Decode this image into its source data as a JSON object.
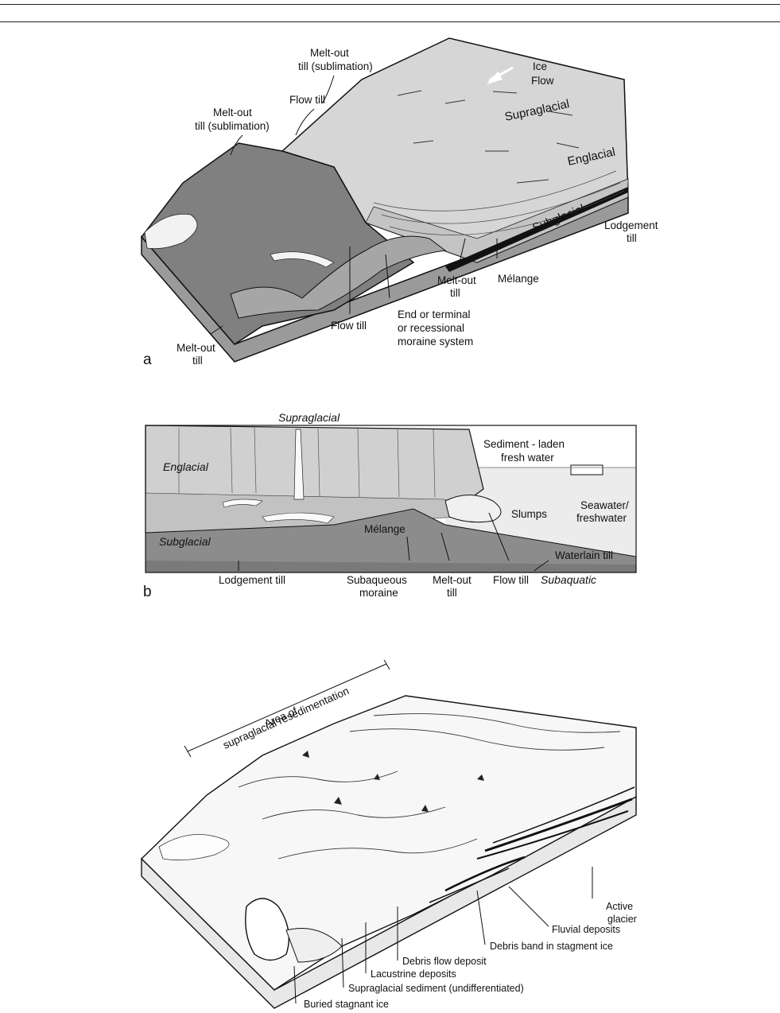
{
  "panel_a": {
    "letter": "a",
    "melt_out_sublimation_top_1": "Melt-out",
    "melt_out_sublimation_top_2": "till (sublimation)",
    "melt_out_sublimation_left_1": "Melt-out",
    "melt_out_sublimation_left_2": "till (sublimation)",
    "flow_till_top": "Flow till",
    "ice": "Ice",
    "flow": "Flow",
    "supraglacial": "Supraglacial",
    "englacial": "Englacial",
    "subglacial": "Subglacial",
    "lodgement_1": "Lodgement",
    "lodgement_2": "till",
    "melange": "Mélange",
    "melt_out_till_1": "Melt-out",
    "melt_out_till_2": "till",
    "end_moraine_1": "End or terminal",
    "end_moraine_2": "or recessional",
    "end_moraine_3": "moraine system",
    "flow_till_bottom": "Flow till",
    "melt_out_left_1": "Melt-out",
    "melt_out_left_2": "till"
  },
  "panel_b": {
    "letter": "b",
    "supraglacial": "Supraglacial",
    "englacial": "Englacial",
    "subglacial": "Subglacial",
    "sediment_1": "Sediment - laden",
    "sediment_2": "fresh water",
    "seawater_1": "Seawater/",
    "seawater_2": "freshwater",
    "slumps": "Slumps",
    "melange": "Mélange",
    "waterlain": "Waterlain till",
    "lodgement": "Lodgement till",
    "subaqueous_1": "Subaqueous",
    "subaqueous_2": "moraine",
    "meltout_1": "Melt-out",
    "meltout_2": "till",
    "flowtill": "Flow till",
    "subaquatic": "Subaquatic"
  },
  "panel_c": {
    "area_1": "Area of",
    "area_2": "supraglacial resedimentation",
    "active_1": "Active",
    "active_2": "glacier",
    "fluvial": "Fluvial deposits",
    "debris_band": "Debris band in stagment ice",
    "debris_flow": "Debris flow deposit",
    "lacustrine": "Lacustrine deposits",
    "supraglacial_sed": "Supraglacial sediment (undifferentiated)",
    "buried": "Buried stagnant ice"
  },
  "colors": {
    "ice_light": "#d9d9d9",
    "ice_mid": "#bdbdbd",
    "debris_dark": "#7d7d7d",
    "sediment_dark": "#8a8a8a",
    "water": "#ececec",
    "ink": "#111111"
  }
}
